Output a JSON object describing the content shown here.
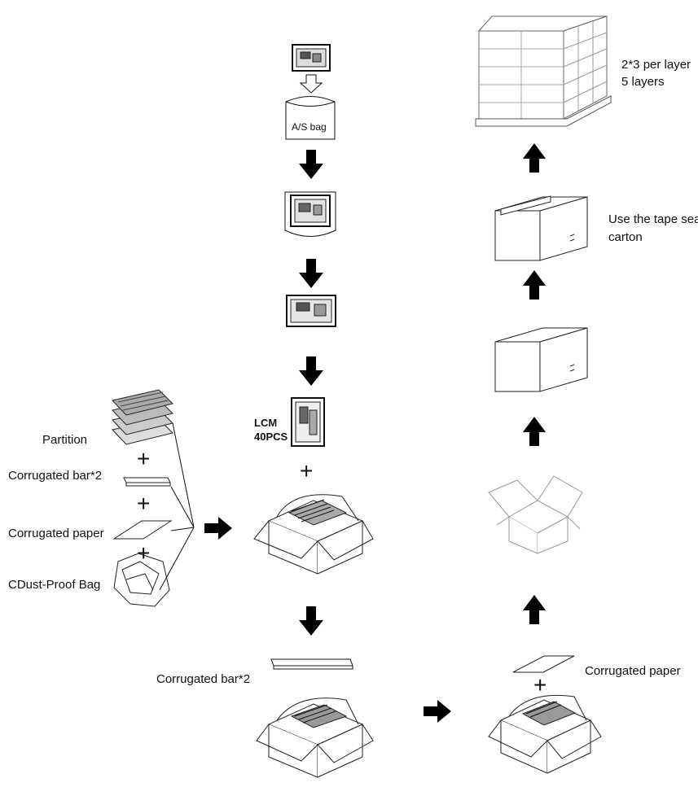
{
  "labels": {
    "as_bag": "A/S  bag",
    "lcm": "LCM",
    "qty": "40PCS",
    "partition": "Partition",
    "corrugated_bar_2_left": "Corrugated bar*2",
    "corrugated_paper_left": "Corrugated paper",
    "dust_proof_bag": "CDust-Proof Bag",
    "corrugated_bar_2_bottom": "Corrugated bar*2",
    "corrugated_paper_right": "Corrugated paper",
    "tape_seal_line1": "Use the tape seal",
    "tape_seal_line2": "carton",
    "pallet_line1": "2*3  per layer",
    "pallet_line2": "5 layers"
  },
  "symbols": {
    "plus": "+"
  },
  "colors": {
    "ink": "#111111",
    "arrow": "#000000"
  }
}
